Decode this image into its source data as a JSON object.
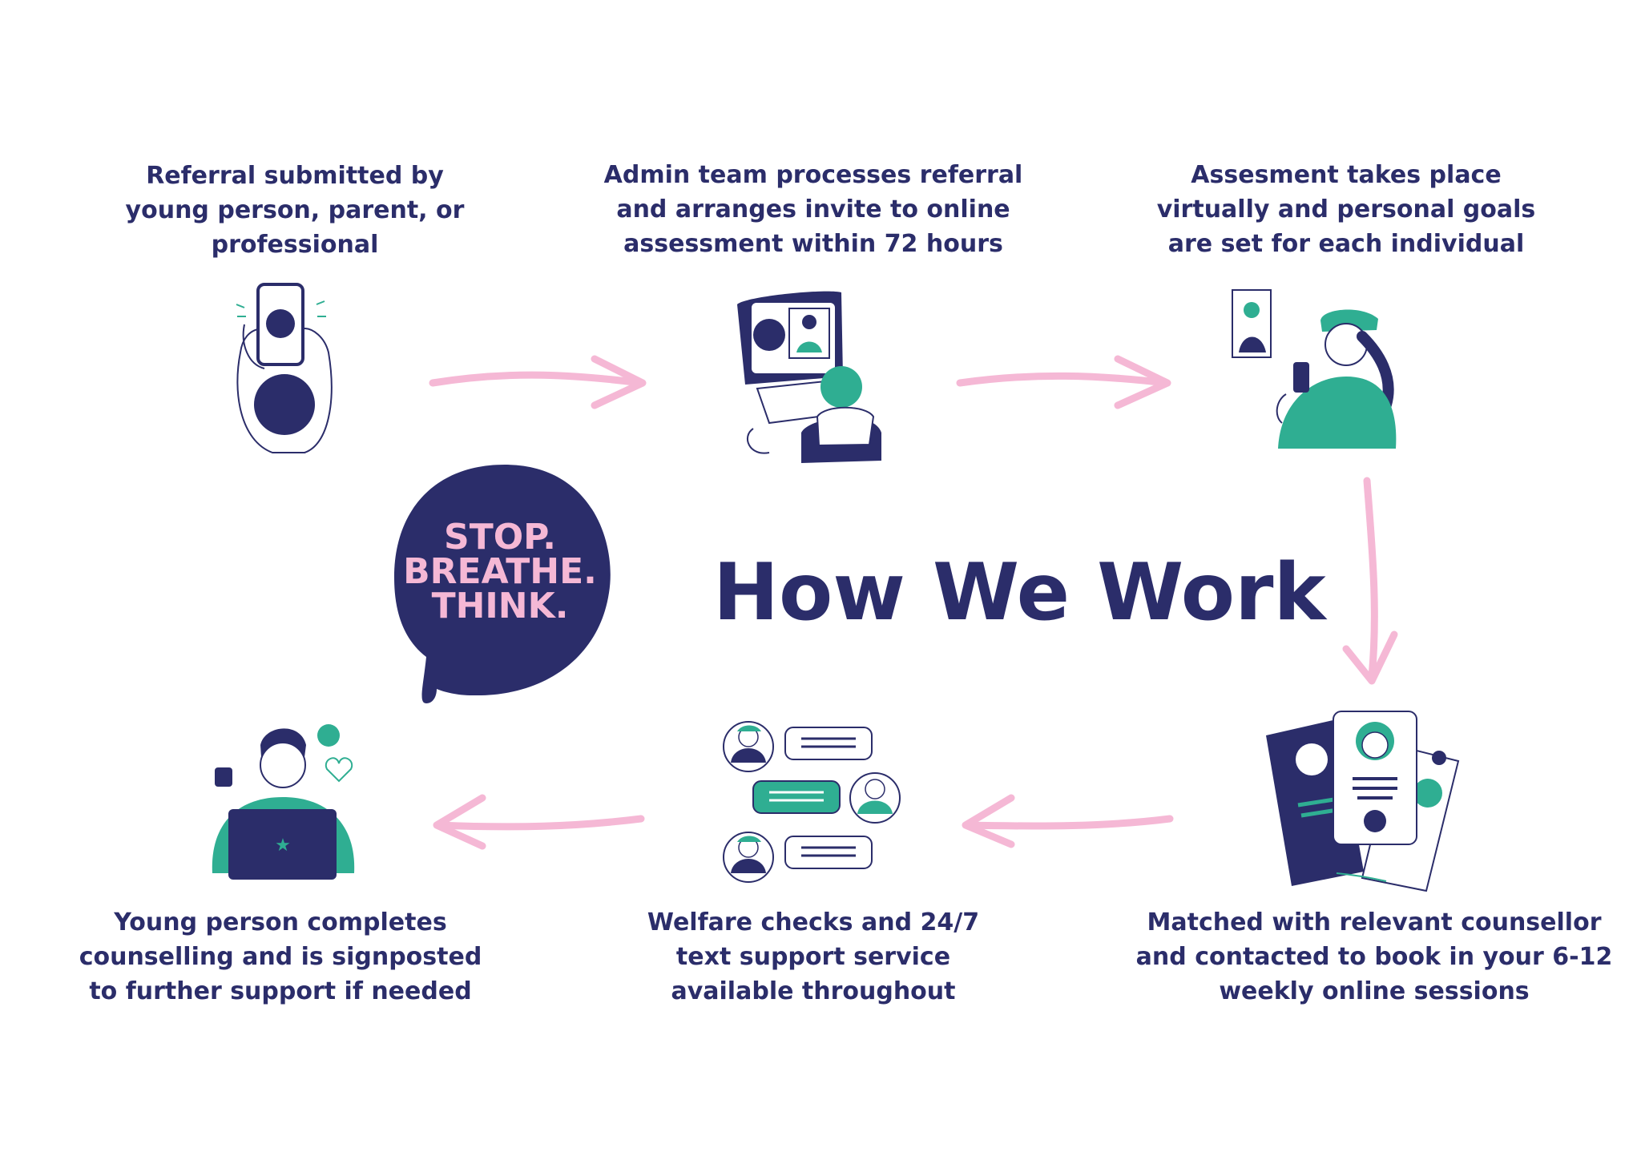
{
  "title": "How We Work",
  "logo": {
    "lines": [
      "STOP.",
      "BREATHE.",
      "THINK."
    ]
  },
  "colors": {
    "navy": "#2b2d6a",
    "pink": "#f5b8d5",
    "teal": "#2fae92"
  },
  "steps": [
    {
      "caption": [
        "Referral submitted by",
        "young person, parent, or",
        "professional"
      ],
      "icon": "phone-in-hand-icon"
    },
    {
      "caption": [
        "Admin team processes referral",
        "and arranges invite to online",
        "assessment within 72 hours"
      ],
      "icon": "computer-video-call-icon"
    },
    {
      "caption": [
        "Assesment takes place",
        "virtually and personal goals",
        "are set for each individual"
      ],
      "icon": "person-on-phone-icon"
    },
    {
      "caption": [
        "Matched with relevant counsellor",
        "and contacted to book in your 6-12",
        "weekly online sessions"
      ],
      "icon": "counsellor-profile-cards-icon"
    },
    {
      "caption": [
        "Welfare checks and 24/7",
        "text support service",
        "available throughout"
      ],
      "icon": "chat-messages-icon"
    },
    {
      "caption": [
        "Young person completes",
        "counselling and is signposted",
        "to further support if needed"
      ],
      "icon": "person-with-laptop-icon"
    }
  ]
}
